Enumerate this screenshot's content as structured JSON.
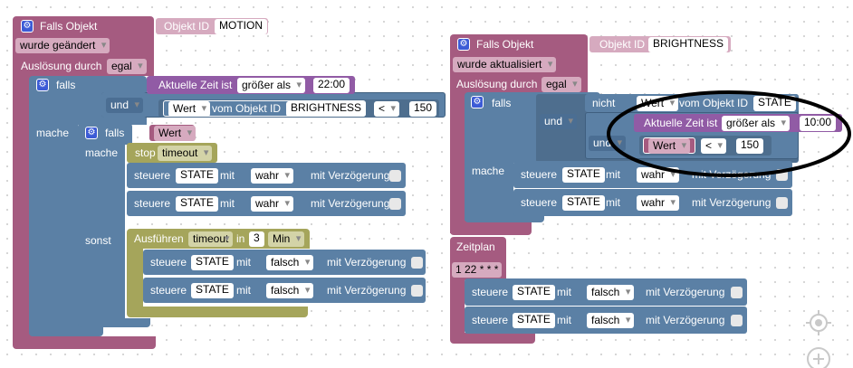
{
  "left": {
    "trigger": {
      "header": "Falls Objekt",
      "objekt_id_label": "Objekt ID",
      "objekt_id_value": "MOTION",
      "change": "wurde geändert",
      "ausloesung_label": "Auslösung durch",
      "ausloesung_value": "egal"
    },
    "if1": {
      "falls": "falls",
      "mache": "mache",
      "und": "und",
      "time_label": "Aktuelle Zeit ist",
      "time_op": "größer als",
      "time_value": "22:00",
      "wert": "Wert",
      "vom_objekt": "vom Objekt ID",
      "objekt": "BRIGHTNESS",
      "cmp": "<",
      "cmp_value": "150"
    },
    "if2": {
      "falls": "falls",
      "wert": "Wert",
      "mache": "mache",
      "sonst": "sonst",
      "stop_label": "stop",
      "stop_value": "timeout",
      "set_rows": [
        {
          "steuere": "steuere",
          "state": "STATE",
          "mit": "mit",
          "value": "wahr",
          "delay": "mit Verzögerung"
        },
        {
          "steuere": "steuere",
          "state": "STATE",
          "mit": "mit",
          "value": "wahr",
          "delay": "mit Verzögerung"
        }
      ],
      "exec_label": "Ausführen",
      "exec_var": "timeout",
      "exec_in": "in",
      "exec_num": "3",
      "exec_unit": "Min",
      "else_rows": [
        {
          "steuere": "steuere",
          "state": "STATE",
          "mit": "mit",
          "value": "falsch",
          "delay": "mit Verzögerung"
        },
        {
          "steuere": "steuere",
          "state": "STATE",
          "mit": "mit",
          "value": "falsch",
          "delay": "mit Verzögerung"
        }
      ]
    }
  },
  "right": {
    "trigger": {
      "header": "Falls Objekt",
      "objekt_id_label": "Objekt ID",
      "objekt_id_value": "BRIGHTNESS",
      "change": "wurde aktualisiert",
      "ausloesung_label": "Auslösung durch",
      "ausloesung_value": "egal"
    },
    "if1": {
      "falls": "falls",
      "mache": "mache",
      "und1": "und",
      "und2": "und",
      "nicht": "nicht",
      "wert": "Wert",
      "vom_objekt": "vom Objekt ID",
      "objekt": "STATE",
      "time_label": "Aktuelle Zeit ist",
      "time_op": "größer als",
      "time_value": "10:00",
      "wert2": "Wert",
      "cmp": "<",
      "cmp_value": "150",
      "set_rows": [
        {
          "steuere": "steuere",
          "state": "STATE",
          "mit": "mit",
          "value": "wahr",
          "delay": "mit Verzögerung"
        },
        {
          "steuere": "steuere",
          "state": "STATE",
          "mit": "mit",
          "value": "wahr",
          "delay": "mit Verzögerung"
        }
      ]
    },
    "schedule": {
      "label": "Zeitplan",
      "cron": "1 22 * * *",
      "rows": [
        {
          "steuere": "steuere",
          "state": "STATE",
          "mit": "mit",
          "value": "falsch",
          "delay": "mit Verzögerung"
        },
        {
          "steuere": "steuere",
          "state": "STATE",
          "mit": "mit",
          "value": "falsch",
          "delay": "mit Verzögerung"
        }
      ]
    }
  },
  "controls": {
    "center_icon": "crosshair-icon",
    "zoom_icon": "zoom-in-icon"
  }
}
